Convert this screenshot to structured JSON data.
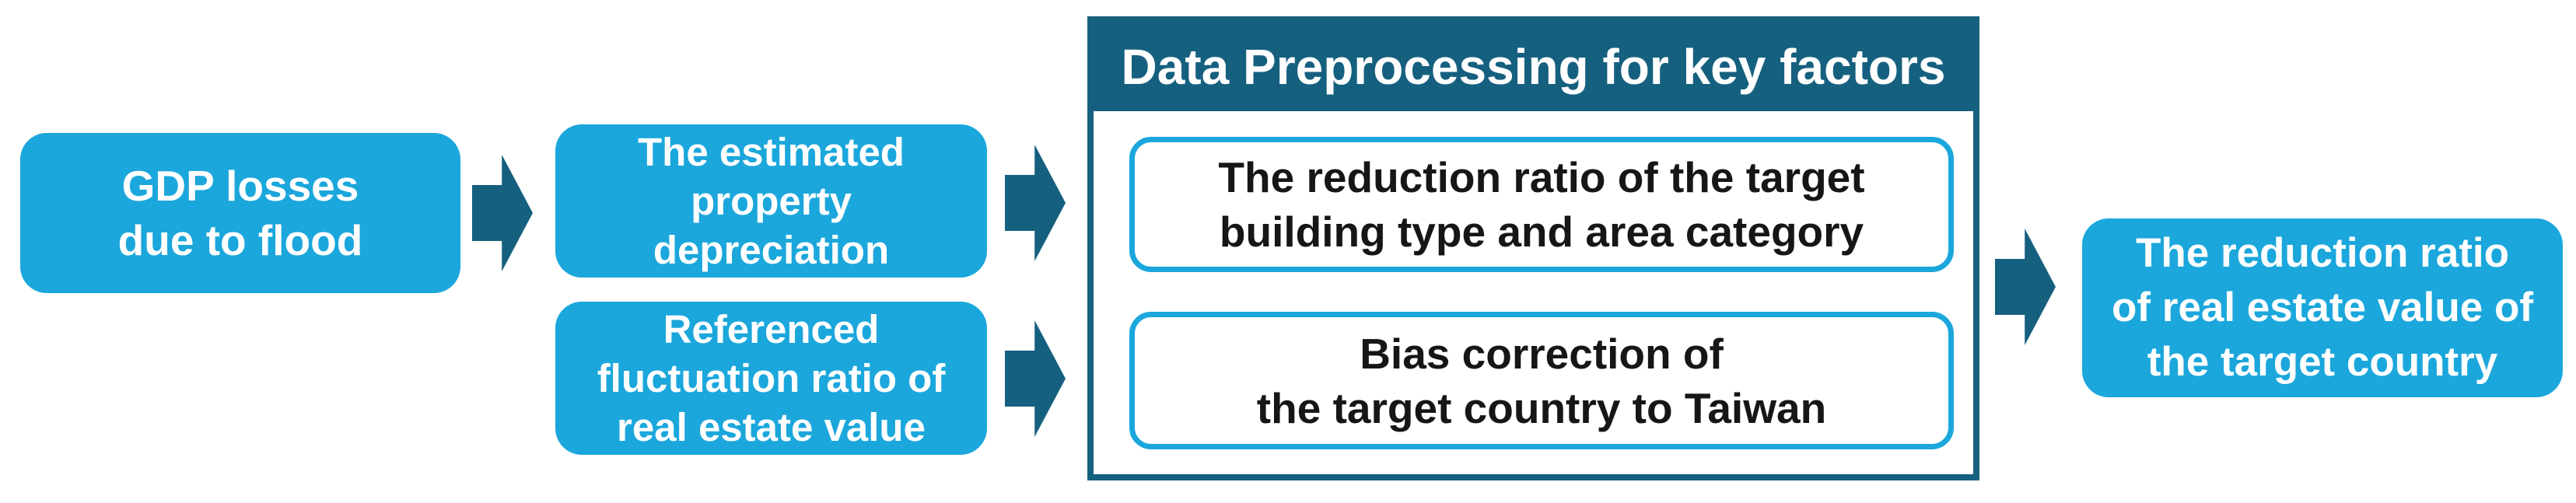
{
  "colors": {
    "cyan": "#1ba7dc",
    "teal": "#16607f",
    "text-light": "#ffffff",
    "text-dark": "#161616"
  },
  "nodes": {
    "gdp": {
      "lines": [
        "GDP losses",
        "due to flood"
      ]
    },
    "estimated": {
      "lines": [
        "The estimated",
        "property",
        "depreciation"
      ]
    },
    "referenced": {
      "lines": [
        "Referenced",
        "fluctuation ratio of",
        "real estate value"
      ]
    },
    "preprocessing": {
      "title": "Data Preprocessing for key factors",
      "reduction": {
        "lines": [
          "The reduction ratio of the target",
          "building type and area category"
        ]
      },
      "bias": {
        "lines": [
          "Bias correction of",
          "the target country to Taiwan"
        ]
      }
    },
    "final": {
      "lines": [
        "The reduction ratio",
        "of real estate value of",
        "the target country"
      ]
    }
  }
}
